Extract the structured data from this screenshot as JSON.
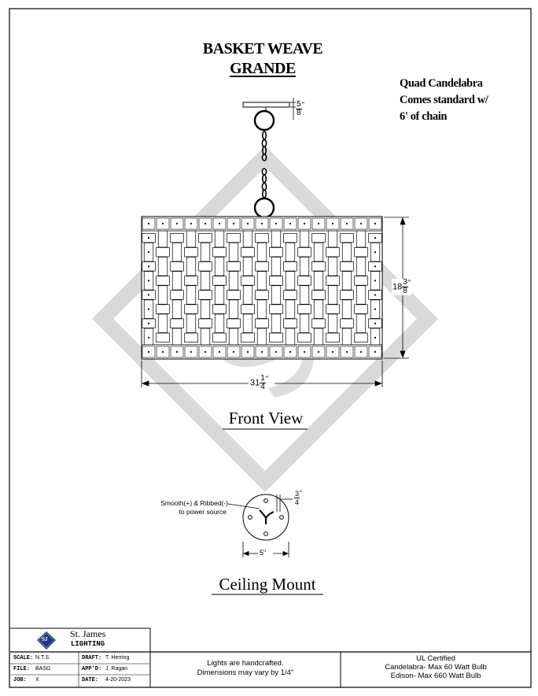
{
  "title": {
    "line1": "BASKET WEAVE",
    "line2": "GRANDE"
  },
  "notes": {
    "line1": "Quad Candelabra",
    "line2": "Comes standard w/",
    "line3": "6' of chain"
  },
  "dimensions": {
    "canopy_whole": "",
    "canopy_num": "5",
    "canopy_den": "8",
    "canopy_unit": "\"",
    "height_whole": "18",
    "height_num": "3",
    "height_den": "8",
    "height_unit": "\"",
    "width_whole": "31",
    "width_num": "1",
    "width_den": "4",
    "width_unit": "\"",
    "mount_depth_num": "3",
    "mount_depth_den": "4",
    "mount_depth_unit": "\"",
    "mount_width": "5\""
  },
  "views": {
    "front": "Front View",
    "ceiling": "Ceiling Mount"
  },
  "wiring_note": {
    "line1": "Smooth(+) & Ribbed(-)",
    "line2": "to power source"
  },
  "company": {
    "name": "St. James",
    "sub": "LIGHTING",
    "logo_text": "SJ"
  },
  "title_block": {
    "scale_label": "SCALE:",
    "scale_value": "N.T.S.",
    "file_label": "FILE:",
    "file_value": "BASG",
    "job_label": "JOB:",
    "job_value": "X",
    "draft_label": "DRAFT:",
    "draft_value": "T. Herring",
    "appd_label": "APP'D:",
    "appd_value": "J. Ragan",
    "date_label": "DATE:",
    "date_value": "4-20-2023"
  },
  "footer": {
    "handcrafted_line1": "Lights are handcrafted.",
    "handcrafted_line2": "Dimensions may vary by 1/4\"",
    "ul_line1": "UL Certified",
    "ul_line2": "Candelabra- Max 60 Watt Bulb",
    "ul_line3": "Edison- Max 660 Watt Bulb"
  },
  "colors": {
    "line": "#000000",
    "watermark": "#d9d9d9",
    "logo_bg": "#1f3d7a"
  }
}
